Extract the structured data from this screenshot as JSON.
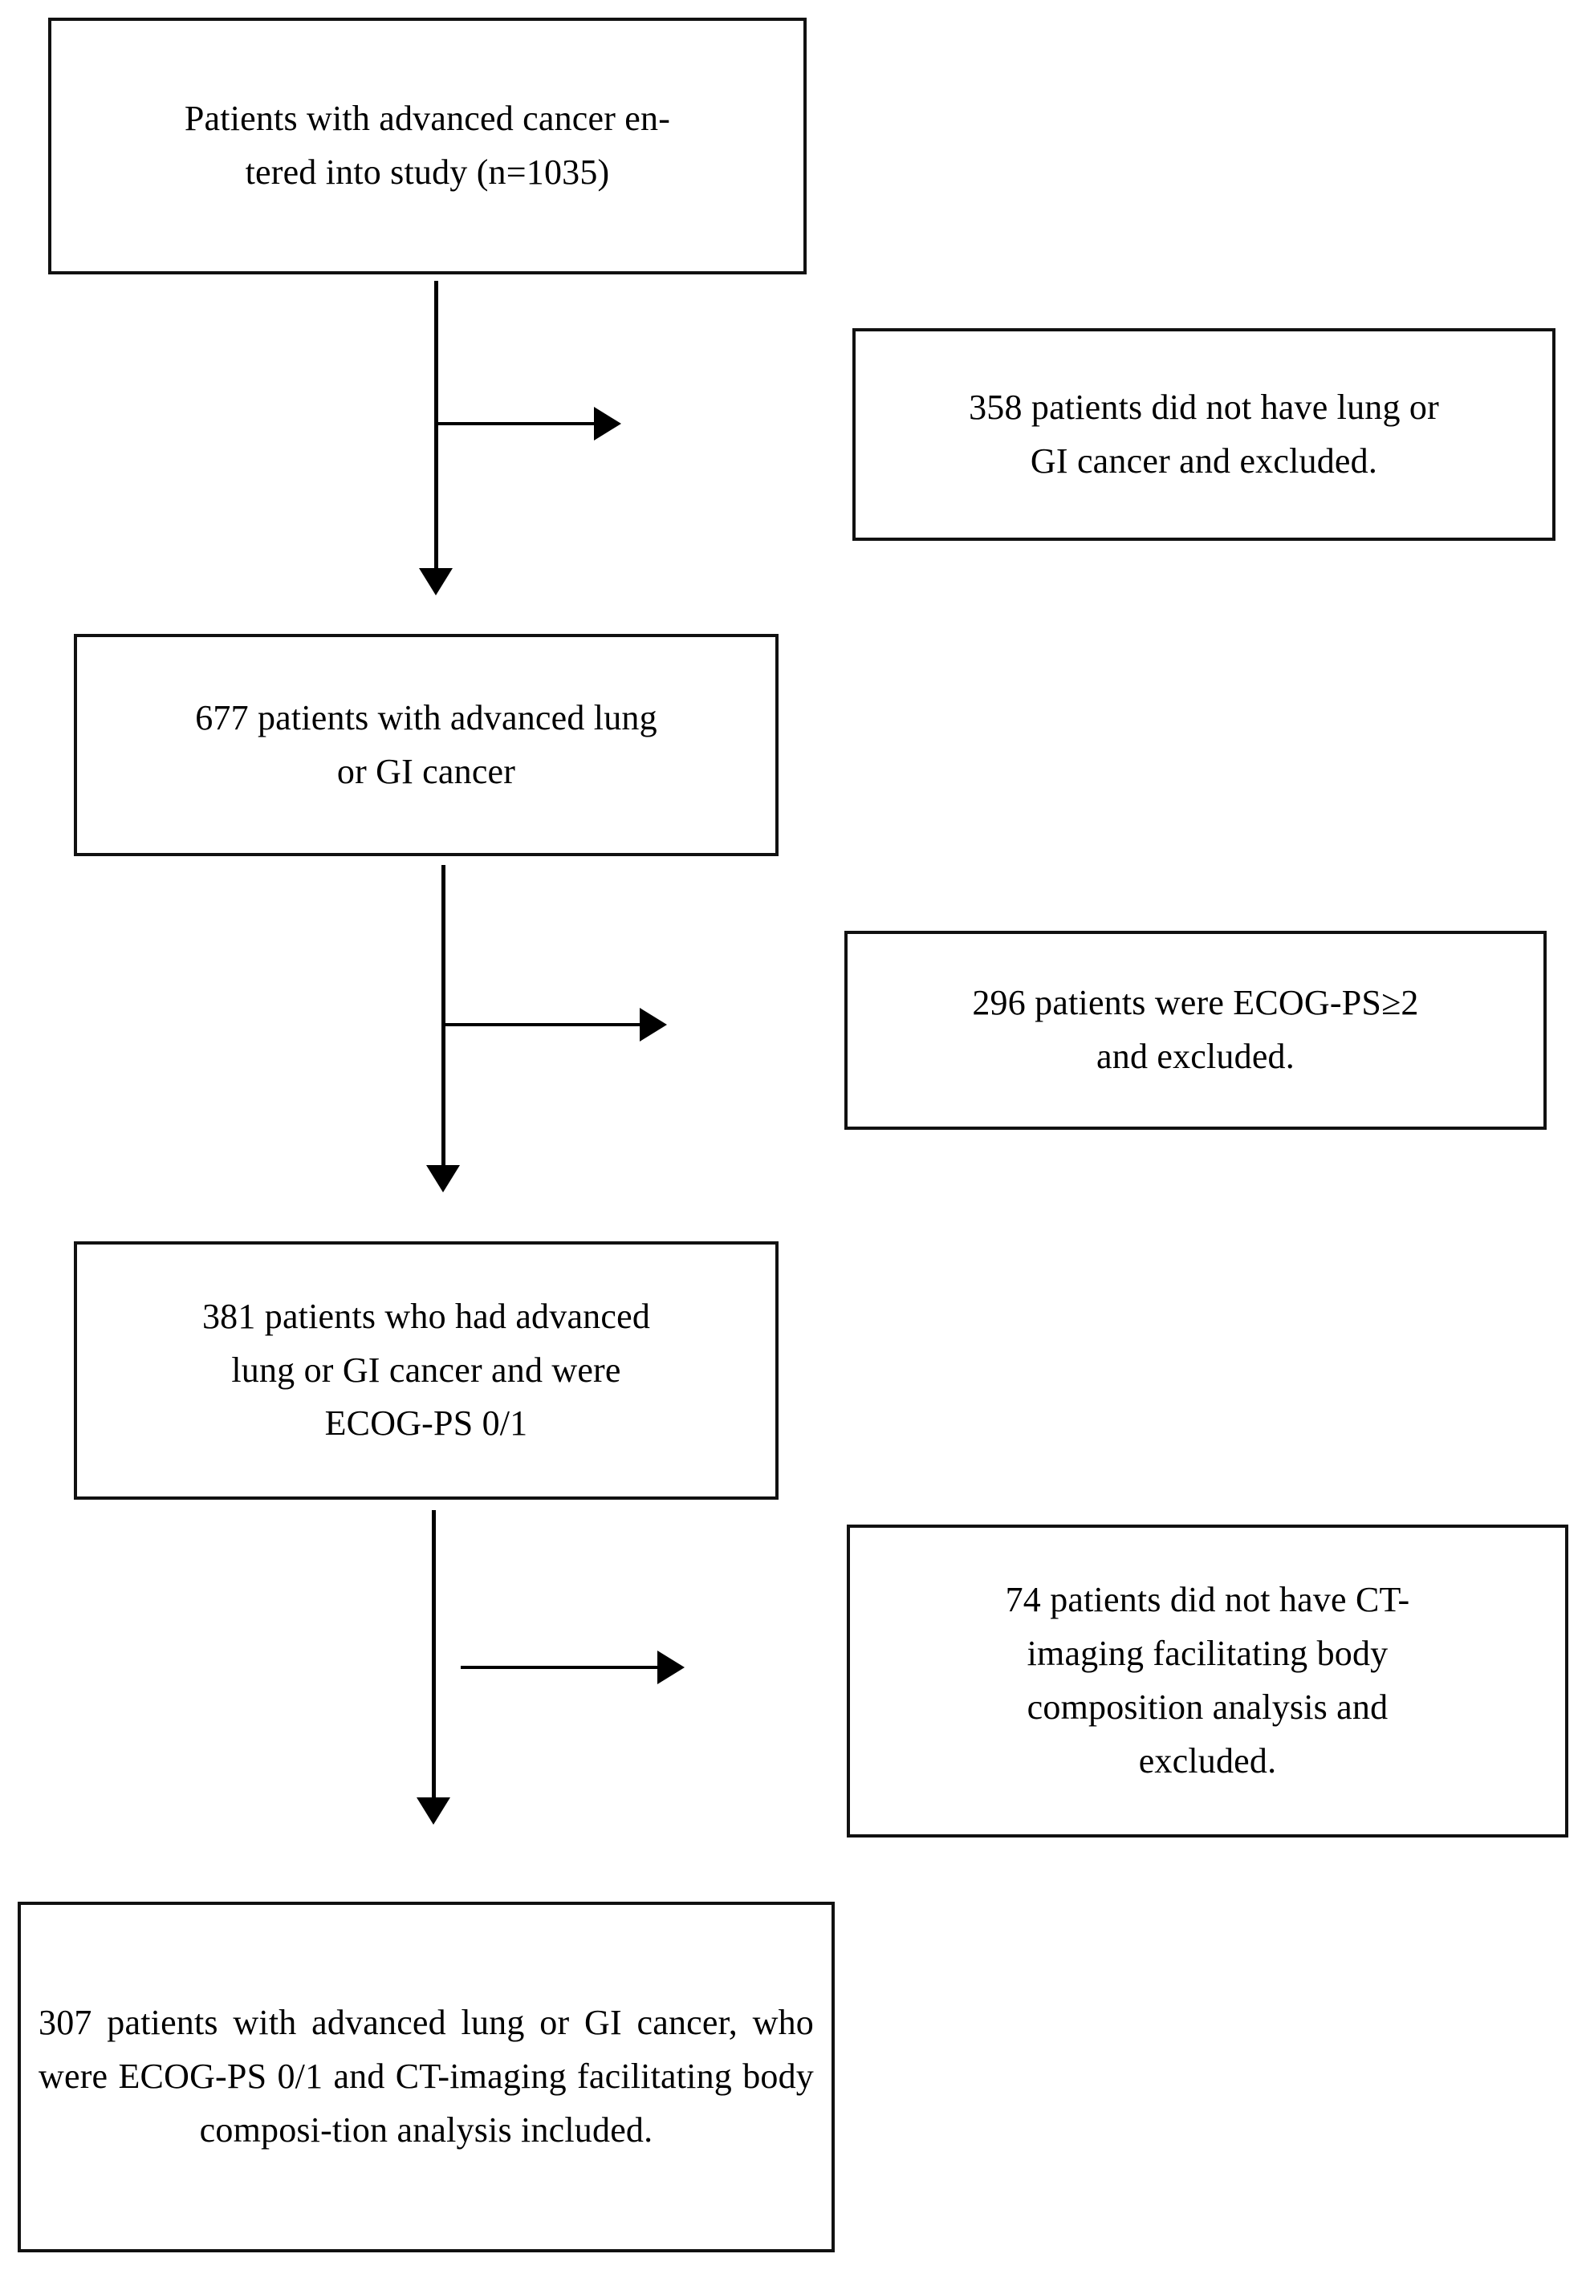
{
  "figure": {
    "type": "flowchart",
    "orientation": "top-to-bottom",
    "background_color": "#ffffff",
    "line_color": "#000000",
    "box_border_color": "#111111"
  },
  "nodes": {
    "entered": {
      "id": "n1",
      "label": "Patients with advanced cancer en-\ntered into study (n=1035)",
      "count": 1035,
      "column": "main"
    },
    "excluded_not_lung_gi": {
      "id": "n2",
      "label": "358 patients did not have lung or\nGI cancer and excluded.",
      "count": 358,
      "column": "side"
    },
    "lung_or_gi": {
      "id": "n3",
      "label": "677 patients with advanced lung\nor GI cancer",
      "count": 677,
      "column": "main"
    },
    "excluded_ecog": {
      "id": "n4",
      "label": "296 patients were ECOG-PS≥2\nand excluded.",
      "count": 296,
      "column": "side"
    },
    "ecog_0_1": {
      "id": "n5",
      "label": "381 patients who had advanced\nlung or GI cancer and were\nECOG-PS 0/1",
      "count": 381,
      "column": "main"
    },
    "excluded_no_ct": {
      "id": "n6",
      "label": "74 patients did not have CT-\nimaging facilitating body\ncomposition analysis and\nexcluded.",
      "count": 74,
      "column": "side"
    },
    "included": {
      "id": "n7",
      "label": "307 patients with advanced lung or GI cancer, who were ECOG-PS 0/1 and CT-imaging facilitating body composi-tion analysis included.",
      "count": 307,
      "column": "main"
    }
  },
  "edges": [
    {
      "id": "e1",
      "from": "entered",
      "to": "lung_or_gi",
      "kind": "down-arrow"
    },
    {
      "id": "e2",
      "from": "entered",
      "to": "excluded_not_lung_gi",
      "kind": "right-arrow"
    },
    {
      "id": "e3",
      "from": "lung_or_gi",
      "to": "ecog_0_1",
      "kind": "down-arrow"
    },
    {
      "id": "e4",
      "from": "lung_or_gi",
      "to": "excluded_ecog",
      "kind": "right-arrow"
    },
    {
      "id": "e5",
      "from": "ecog_0_1",
      "to": "included",
      "kind": "down-arrow"
    },
    {
      "id": "e6",
      "from": "ecog_0_1",
      "to": "excluded_no_ct",
      "kind": "right-arrow"
    }
  ]
}
